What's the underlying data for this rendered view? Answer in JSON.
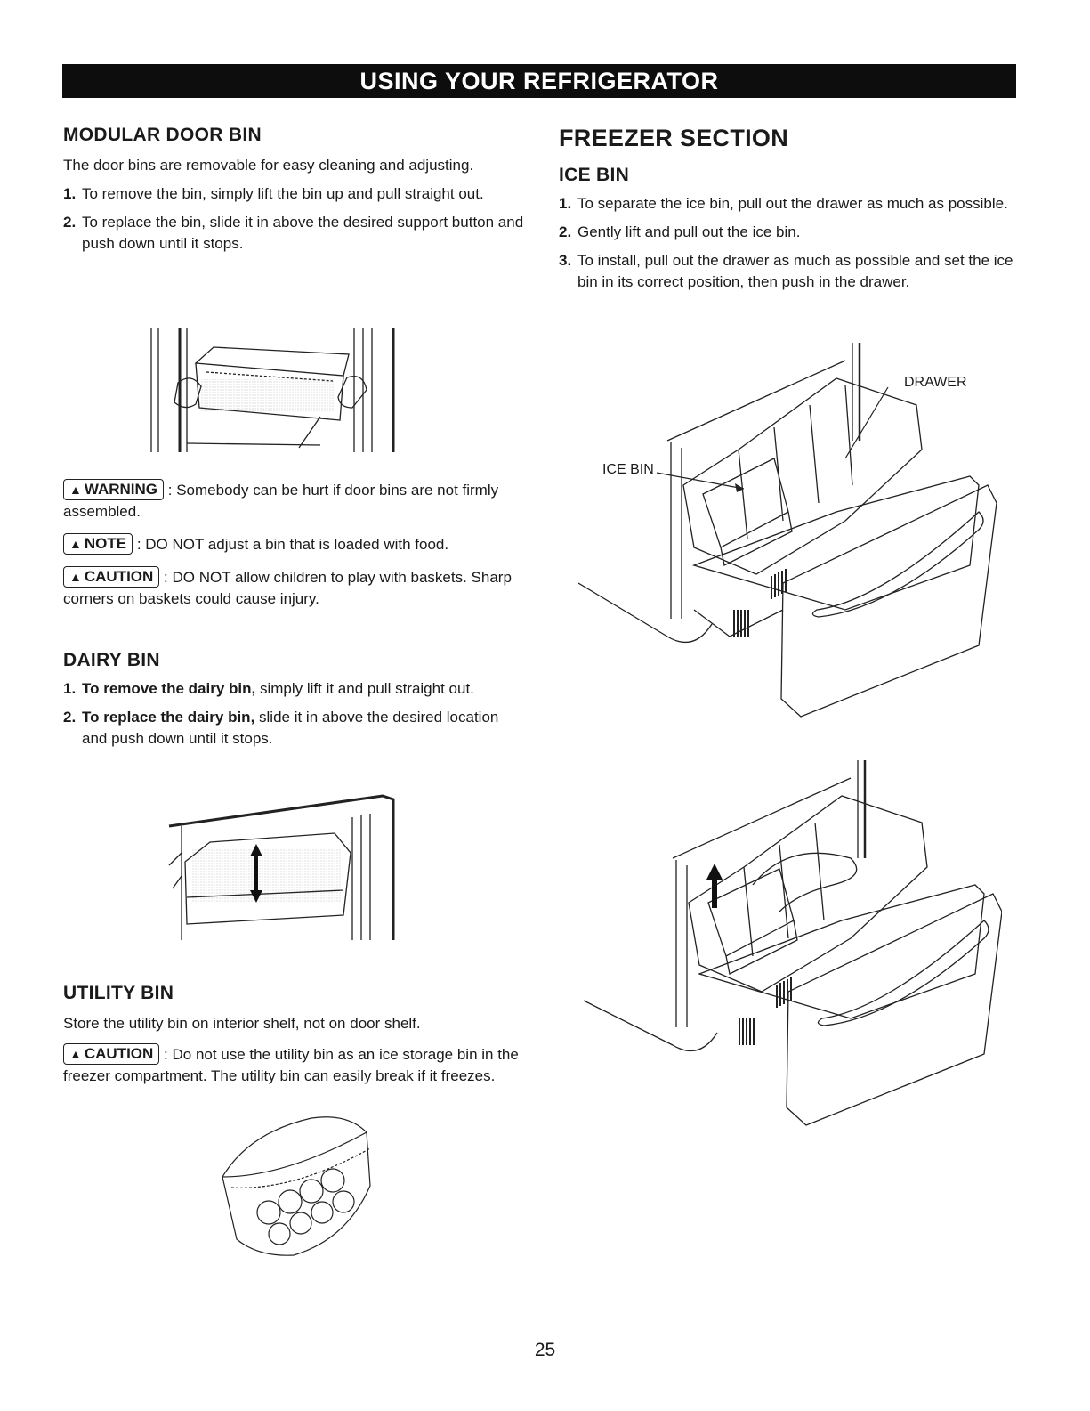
{
  "banner": "USING YOUR REFRIGERATOR",
  "modular": {
    "title": "MODULAR DOOR BIN",
    "intro": "The door bins are removable for easy cleaning and adjusting.",
    "steps": [
      {
        "n": "1.",
        "text": "To remove the bin, simply lift the bin up and pull straight out."
      },
      {
        "n": "2.",
        "text": "To replace the bin, slide it in above the desired support button and push down until it stops."
      }
    ],
    "warning": {
      "label": "WARNING",
      "text": ": Somebody can be hurt if door bins are not firmly assembled."
    },
    "note": {
      "label": "NOTE",
      "text": ": DO NOT adjust a bin that is loaded with food."
    },
    "caution": {
      "label": "CAUTION",
      "text": ": DO NOT allow children to play with baskets. Sharp corners on baskets could cause injury."
    }
  },
  "dairy": {
    "title": "DAIRY BIN",
    "steps": [
      {
        "n": "1.",
        "bold": "To remove the dairy bin,",
        "text": " simply lift it and pull straight out."
      },
      {
        "n": "2.",
        "bold": "To replace the dairy bin,",
        "text": " slide it in above the desired location and push down until it stops."
      }
    ]
  },
  "utility": {
    "title": "UTILITY BIN",
    "intro": "Store the utility bin on interior shelf, not on door shelf.",
    "caution": {
      "label": "CAUTION",
      "text": ": Do not use the utility bin as an ice storage bin in the freezer compartment. The utility bin can easily break if it freezes."
    }
  },
  "freezer": {
    "title": "FREEZER SECTION",
    "subtitle": "ICE BIN",
    "steps": [
      {
        "n": "1.",
        "text": "To separate the ice bin, pull out the drawer as much as possible."
      },
      {
        "n": "2.",
        "text": "Gently lift and pull out the ice bin."
      },
      {
        "n": "3.",
        "text": "To install, pull out the drawer as much as possible and set the ice bin in its correct position, then push in the drawer."
      }
    ],
    "label_drawer": "DRAWER",
    "label_ice_bin": "ICE BIN"
  },
  "page_number": "25",
  "icons": {
    "warning": "warning-triangle-icon"
  }
}
